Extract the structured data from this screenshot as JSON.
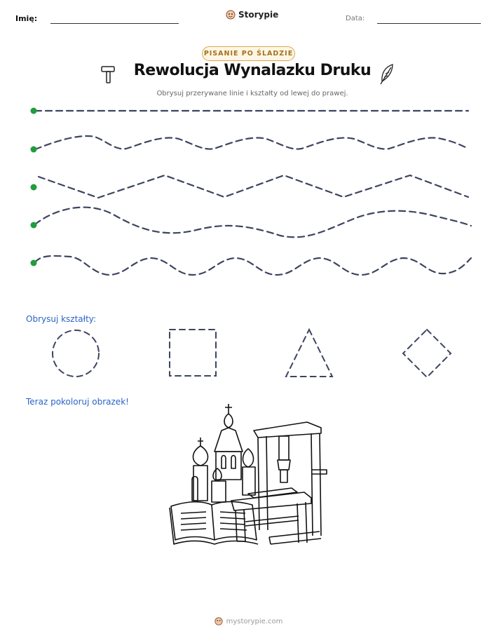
{
  "header": {
    "name_label": "Imię:",
    "brand": "Storypie",
    "date_label": "Data:"
  },
  "worksheet": {
    "badge": "PISANIE PO ŚLADZIE",
    "title": "Rewolucja Wynalazku Druku",
    "instruction": "Obrysuj przerywane linie i kształty od lewej do prawej."
  },
  "shapes_section": {
    "label": "Obrysuj kształty:",
    "shapes": [
      "circle",
      "square",
      "triangle",
      "diamond"
    ]
  },
  "coloring_section": {
    "label": "Teraz pokoloruj obrazek!"
  },
  "footer": {
    "url": "mystorypie.com"
  },
  "colors": {
    "dot": "#1e9e3e",
    "dash": "#3d4460",
    "section_text": "#2a63c6",
    "badge_border": "#d9a94a"
  },
  "icons": [
    "hammer-icon",
    "quill-icon",
    "storypie-logo-icon"
  ]
}
